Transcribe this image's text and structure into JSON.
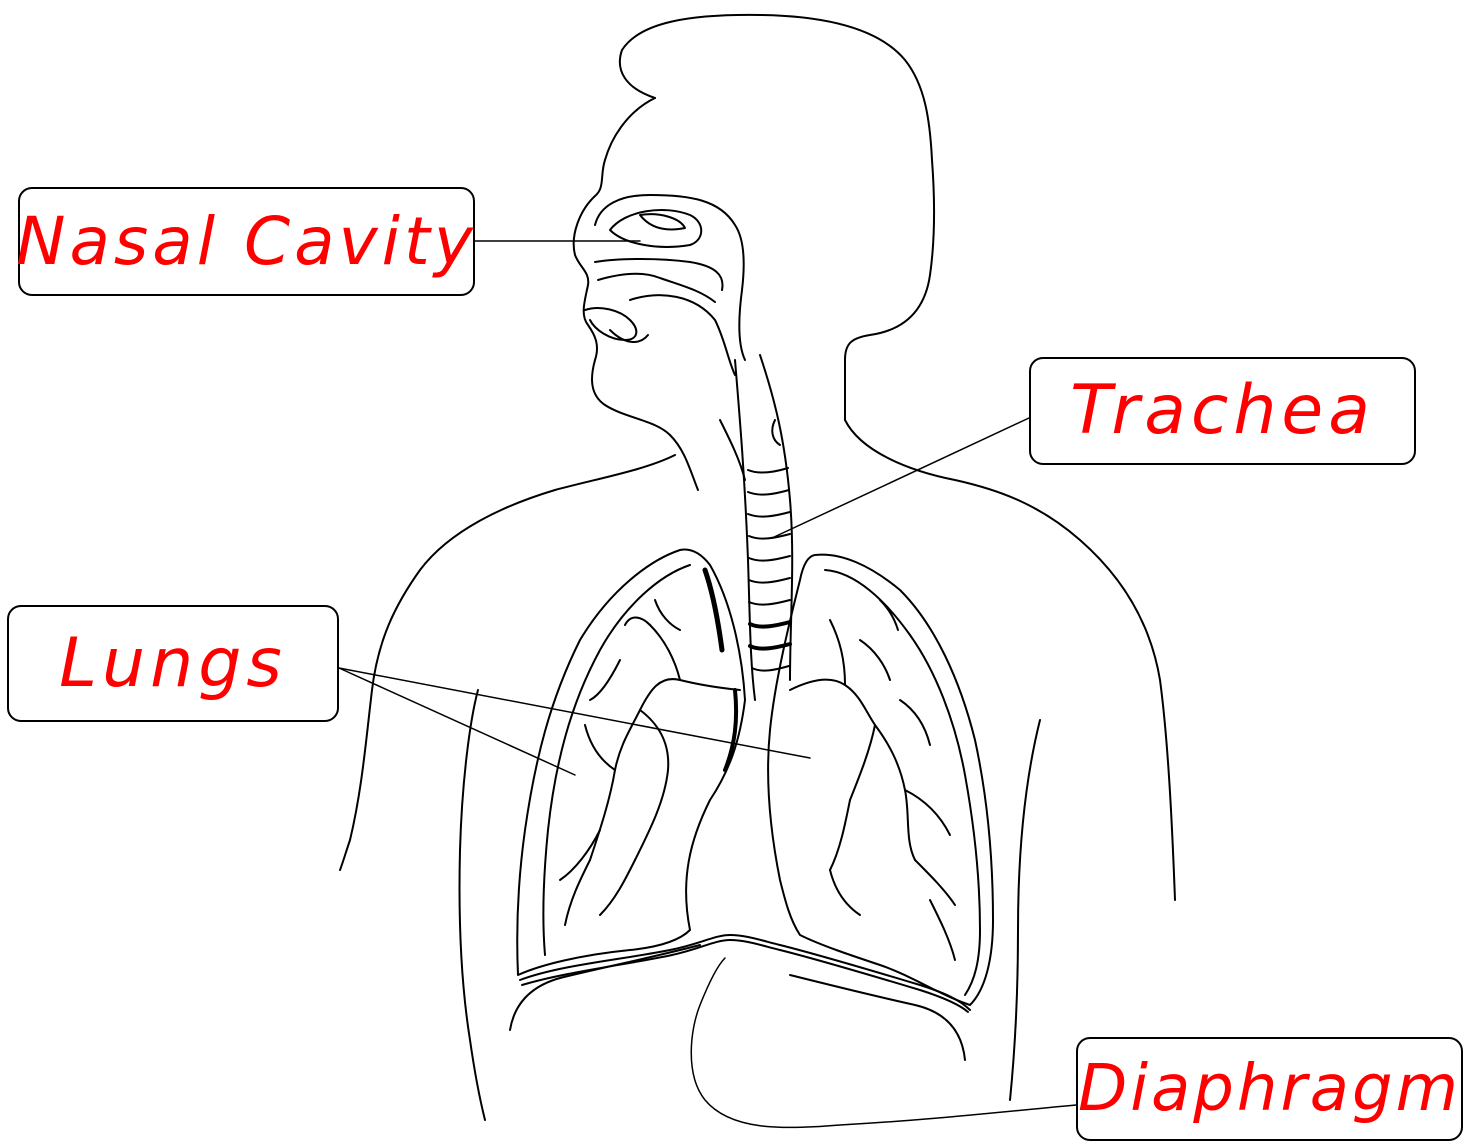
{
  "labels": {
    "nasal_cavity": "Nasal Cavity",
    "trachea": "Trachea",
    "lungs": "Lungs",
    "diaphragm": "Diaphragm"
  },
  "colors": {
    "label_text": "#ff0000",
    "outline": "#000000",
    "background": "#ffffff"
  }
}
